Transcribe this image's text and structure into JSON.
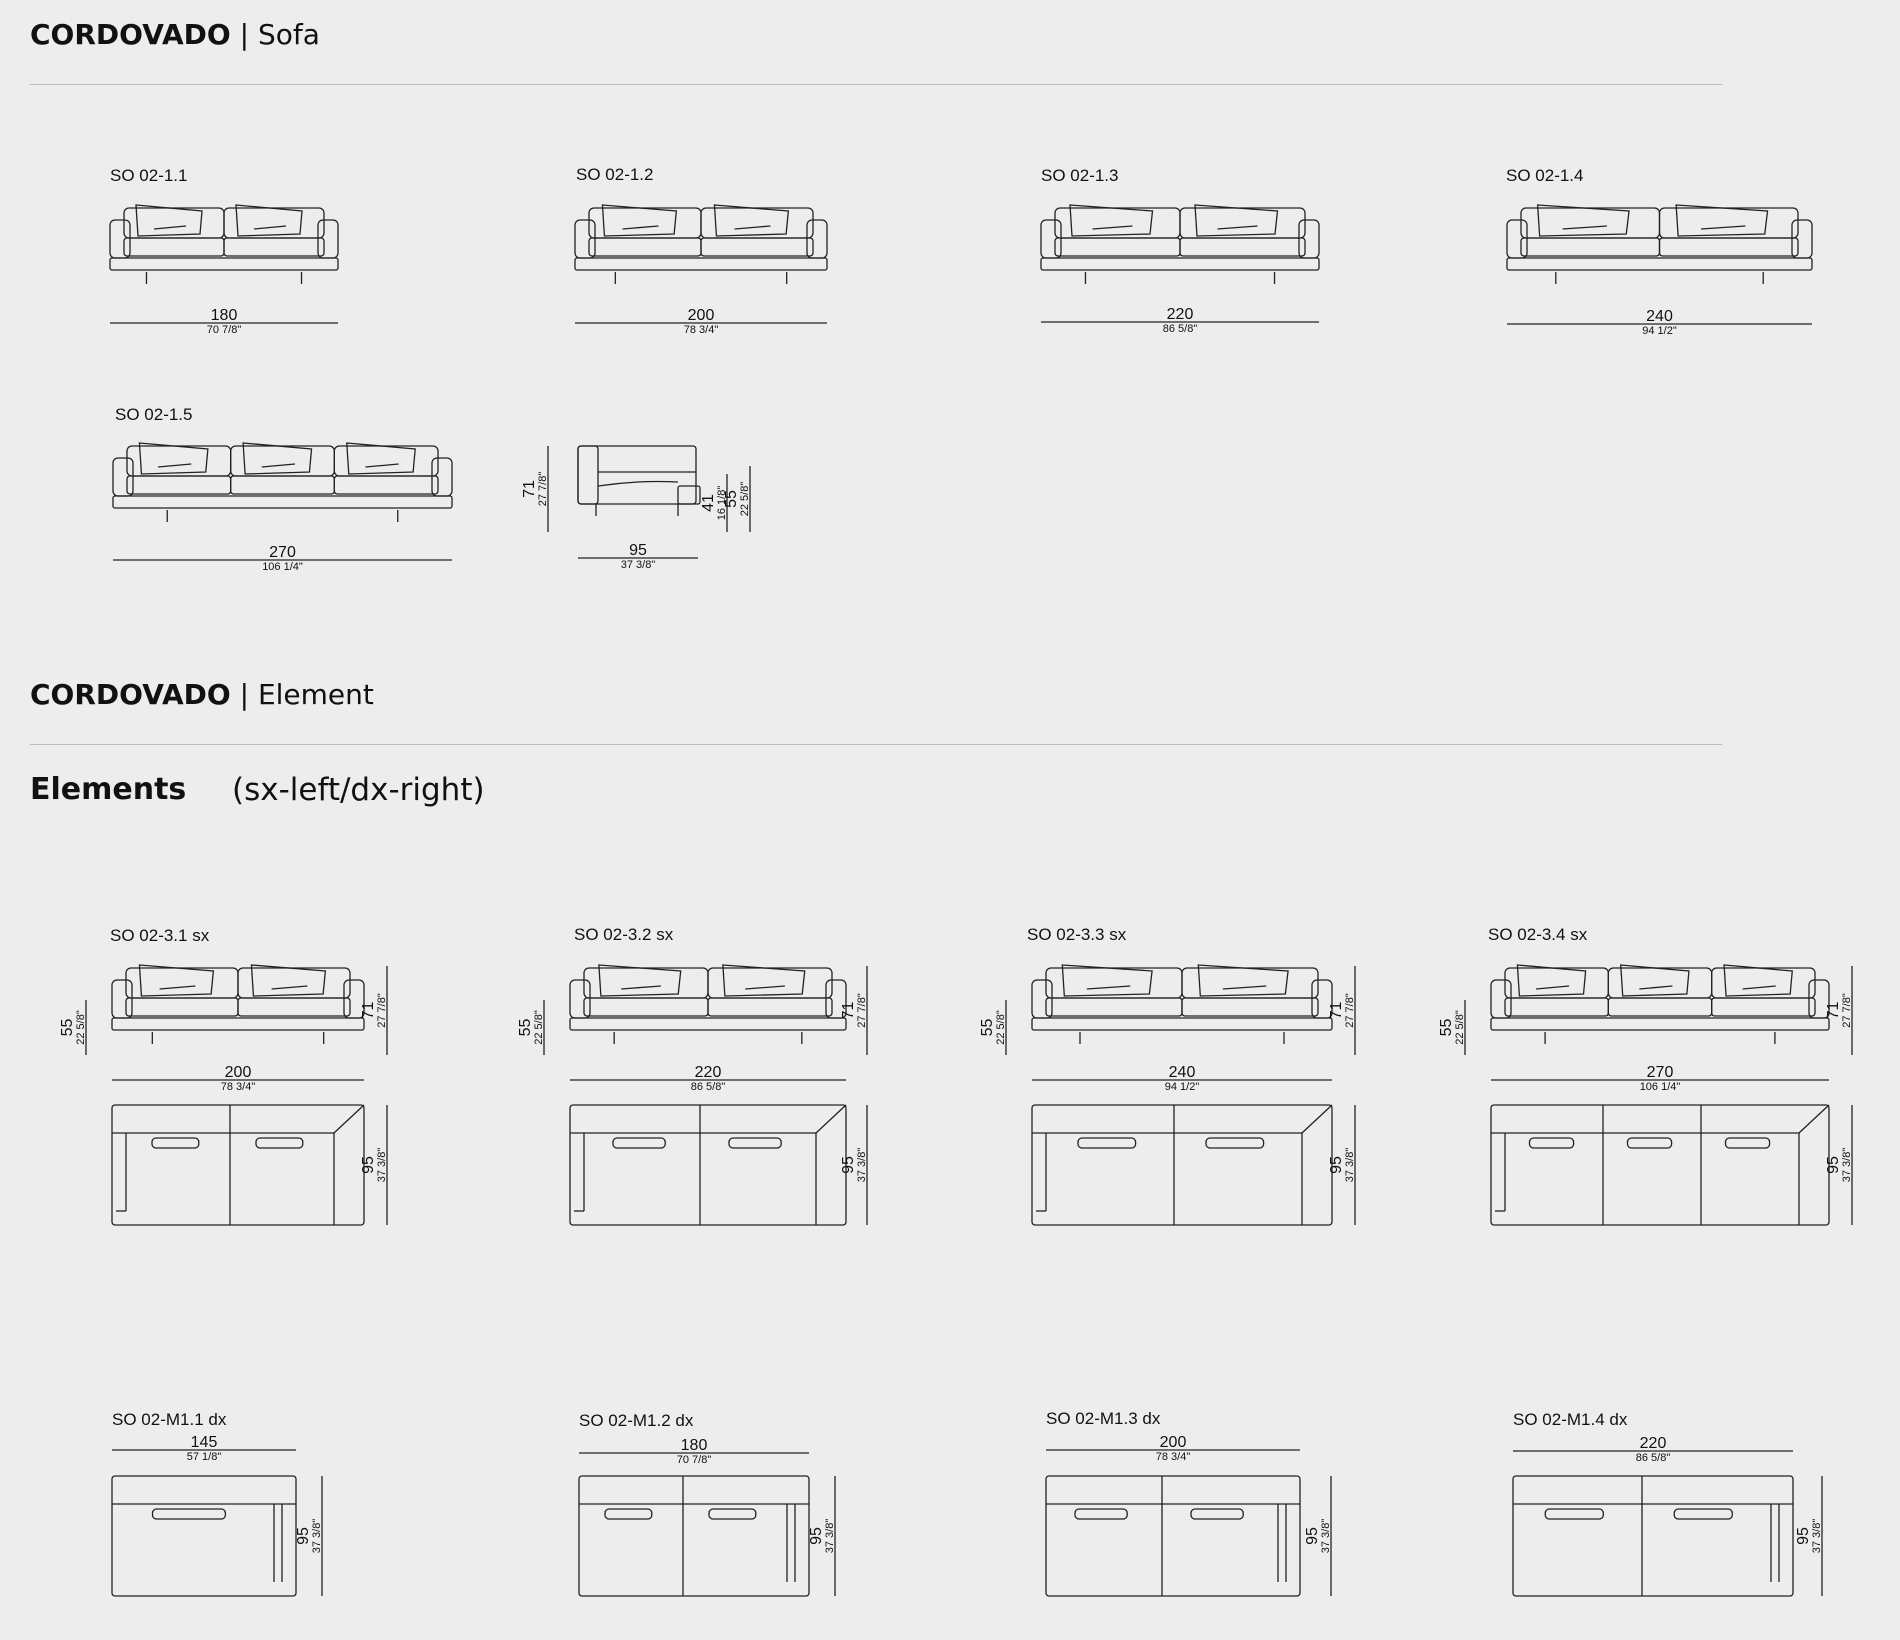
{
  "sections": {
    "sofa": {
      "brand": "CORDOVADO",
      "sep": " | ",
      "name": "Sofa"
    },
    "element": {
      "brand": "CORDOVADO",
      "sep": " | ",
      "name": "Element"
    },
    "elements_label": "Elements",
    "elements_note": "(sx-left/dx-right)"
  },
  "sofas": [
    {
      "code": "SO 02-1.1",
      "width_cm": "180",
      "width_in": "70 7/8\""
    },
    {
      "code": "SO 02-1.2",
      "width_cm": "200",
      "width_in": "78 3/4\""
    },
    {
      "code": "SO 02-1.3",
      "width_cm": "220",
      "width_in": "86 5/8\""
    },
    {
      "code": "SO 02-1.4",
      "width_cm": "240",
      "width_in": "94 1/2\""
    },
    {
      "code": "SO 02-1.5",
      "width_cm": "270",
      "width_in": "106 1/4\""
    }
  ],
  "side_view": {
    "depth_cm": "95",
    "depth_in": "37 3/8\"",
    "height_cm": "71",
    "height_in": "27 7/8\"",
    "seat_cm": "41",
    "seat_in": "16 1/8\"",
    "arm_cm": "55",
    "arm_in": "22 5/8\""
  },
  "elements_sx": [
    {
      "code": "SO 02-3.1 sx",
      "width_cm": "200",
      "width_in": "78 3/4\""
    },
    {
      "code": "SO 02-3.2 sx",
      "width_cm": "220",
      "width_in": "86 5/8\""
    },
    {
      "code": "SO 02-3.3 sx",
      "width_cm": "240",
      "width_in": "94 1/2\""
    },
    {
      "code": "SO 02-3.4 sx",
      "width_cm": "270",
      "width_in": "106 1/4\""
    }
  ],
  "element_dims": {
    "arm_cm": "55",
    "arm_in": "22 5/8\"",
    "height_cm": "71",
    "height_in": "27 7/8\"",
    "depth_cm": "95",
    "depth_in": "37 3/8\""
  },
  "elements_dx": [
    {
      "code": "SO 02-M1.1 dx",
      "width_cm": "145",
      "width_in": "57 1/8\""
    },
    {
      "code": "SO 02-M1.2 dx",
      "width_cm": "180",
      "width_in": "70 7/8\""
    },
    {
      "code": "SO 02-M1.3 dx",
      "width_cm": "200",
      "width_in": "78 3/4\""
    },
    {
      "code": "SO 02-M1.4 dx",
      "width_cm": "220",
      "width_in": "86 5/8\""
    }
  ]
}
